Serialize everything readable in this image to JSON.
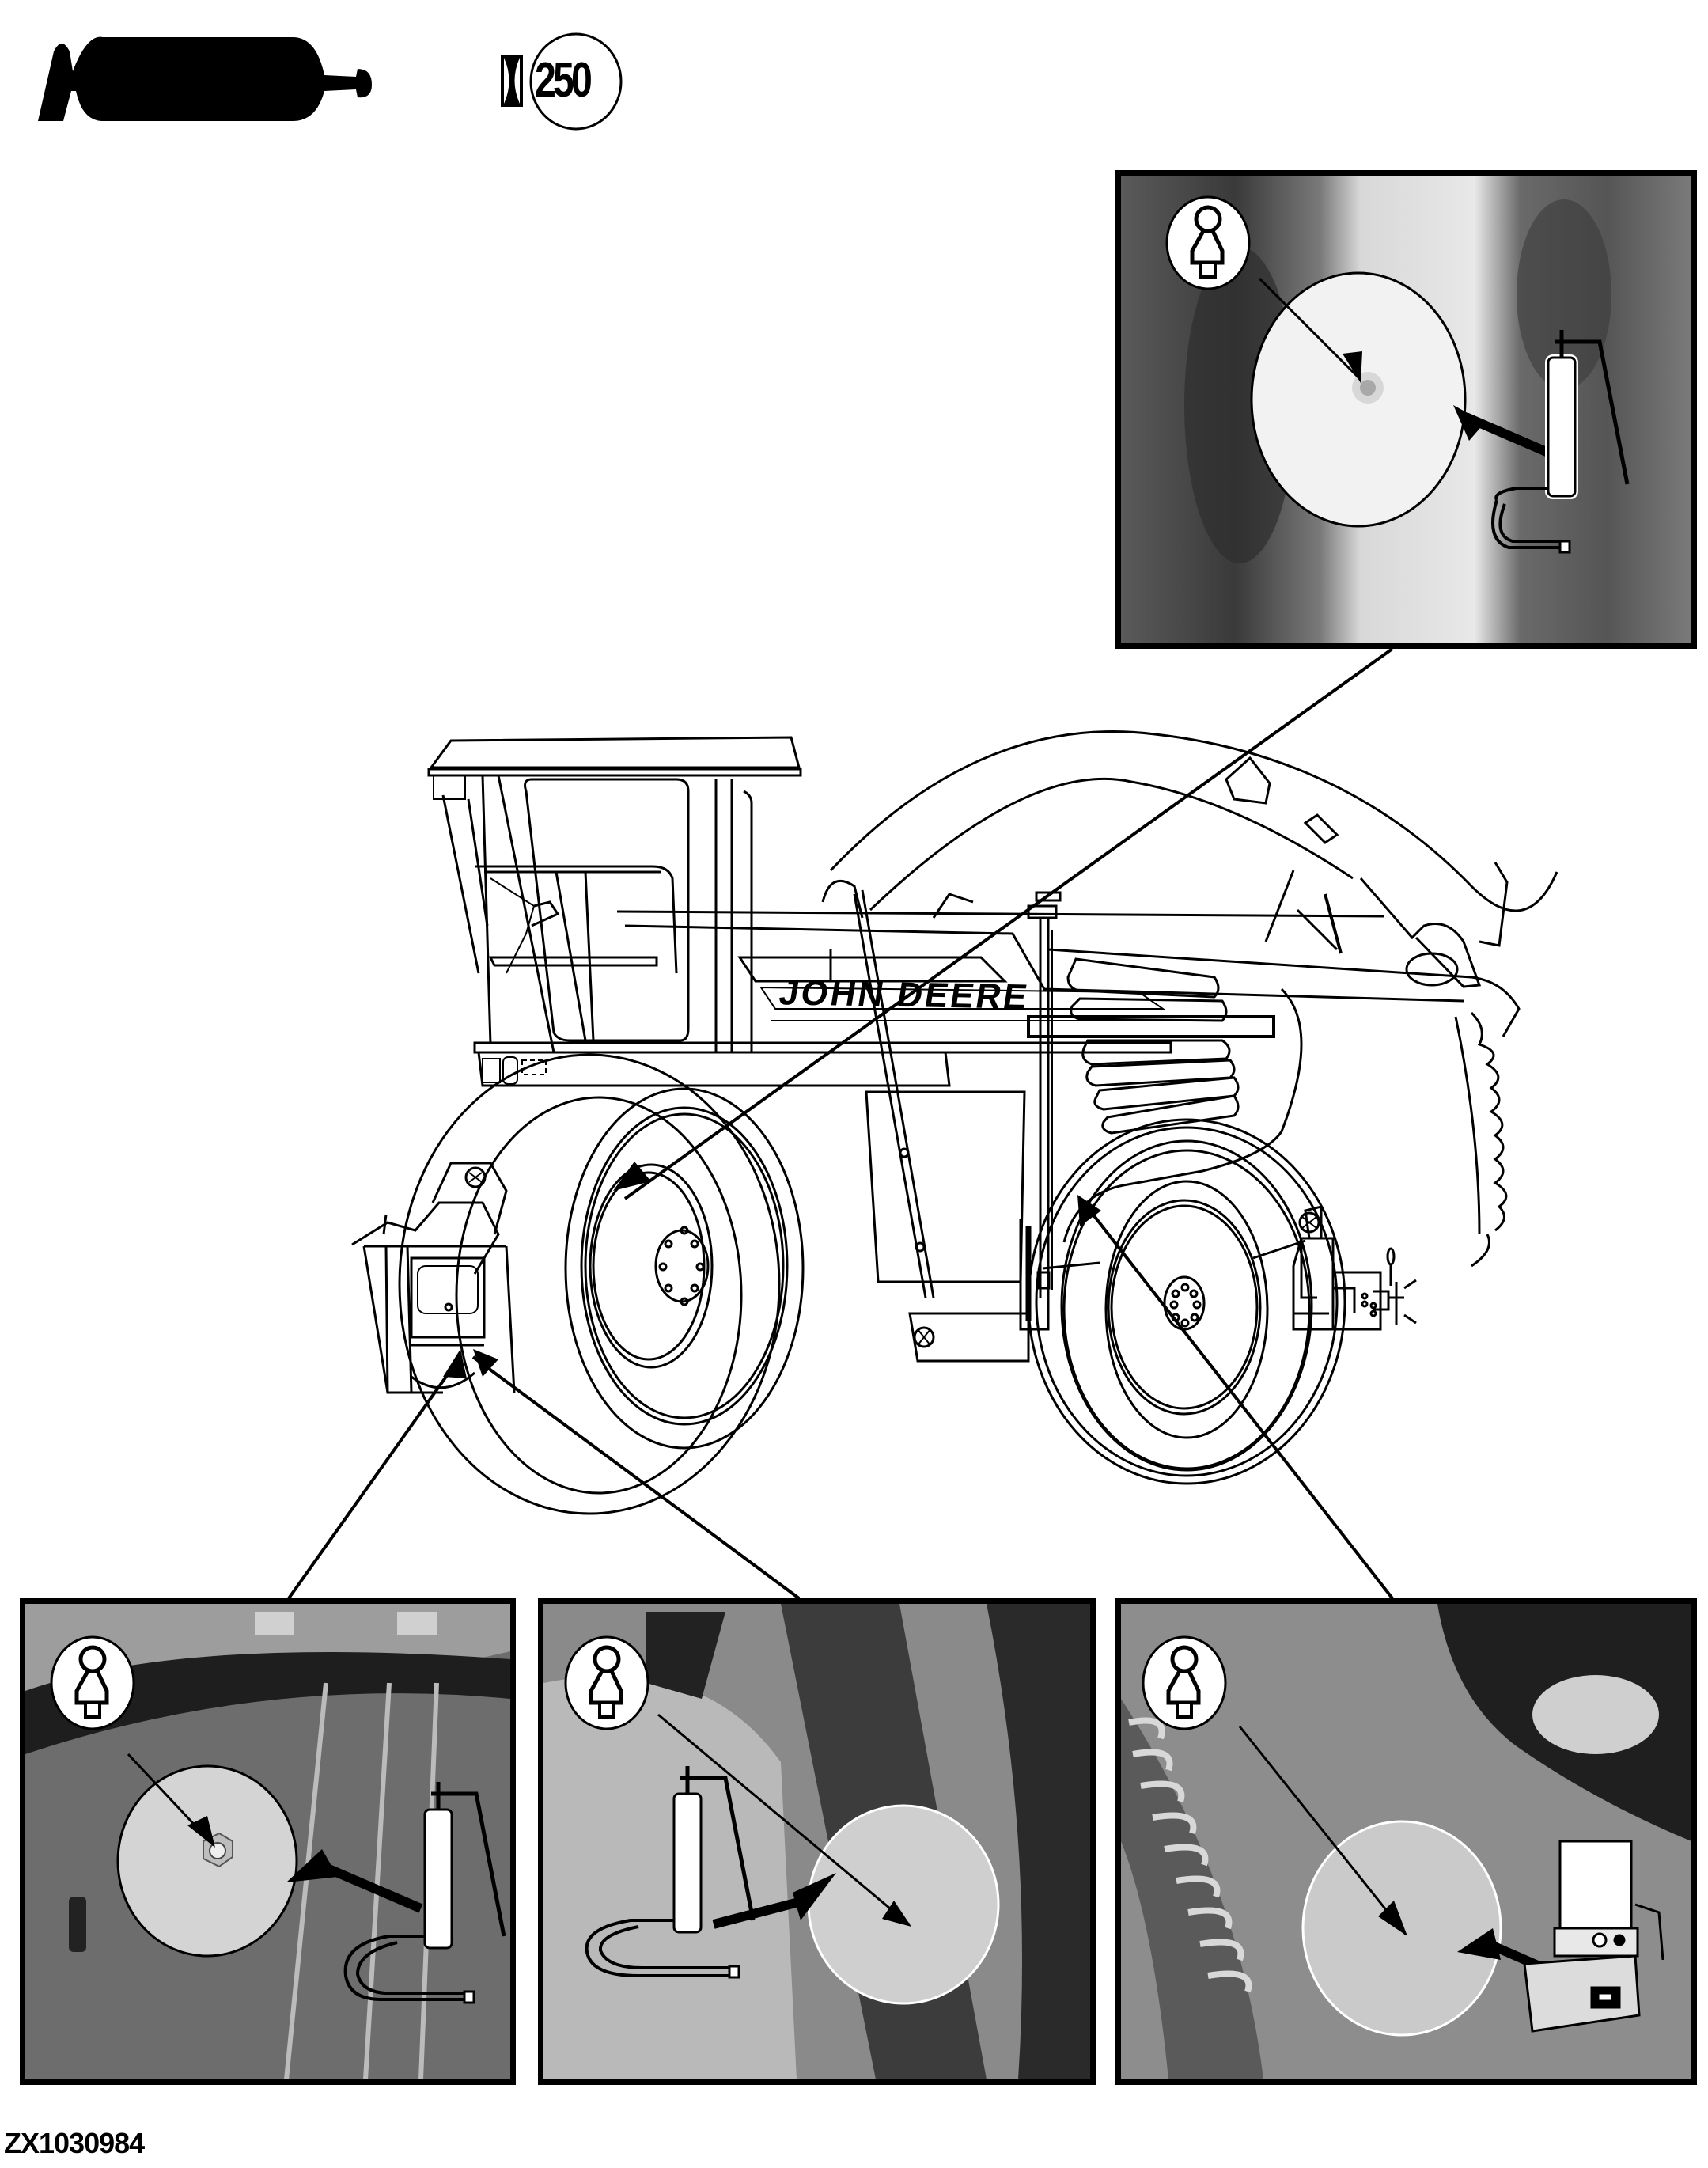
{
  "header": {
    "tool_icon": "grease-gun-icon",
    "interval_icon": "hourglass-icon",
    "interval_hours": "250"
  },
  "machine": {
    "description": "self-propelled forage harvester side view",
    "decal_text": "JOHN DEERE"
  },
  "panels": [
    {
      "id": "top-right",
      "position": "upper right",
      "symbol": "grease-point-icon",
      "applicator": "manual grease gun",
      "target": "front wheel area lubrication fitting"
    },
    {
      "id": "bottom-left",
      "position": "lower left",
      "symbol": "grease-point-icon",
      "applicator": "manual grease gun",
      "target": "feeder / header drive fitting (hex nut)"
    },
    {
      "id": "bottom-middle",
      "position": "lower middle",
      "symbol": "grease-point-icon",
      "applicator": "manual grease gun",
      "target": "lower frame pivot fitting"
    },
    {
      "id": "bottom-right",
      "position": "lower right",
      "symbol": "grease-point-icon",
      "applicator": "automatic lubrication pump",
      "target": "engine compartment fitting near hose"
    }
  ],
  "footer": {
    "figure_id": "ZX1030984"
  },
  "colors": {
    "ink": "#000000",
    "paper": "#ffffff",
    "photo_dark": "#3a3a3a",
    "photo_mid": "#8a8a8a",
    "photo_light": "#d9d9d9"
  }
}
